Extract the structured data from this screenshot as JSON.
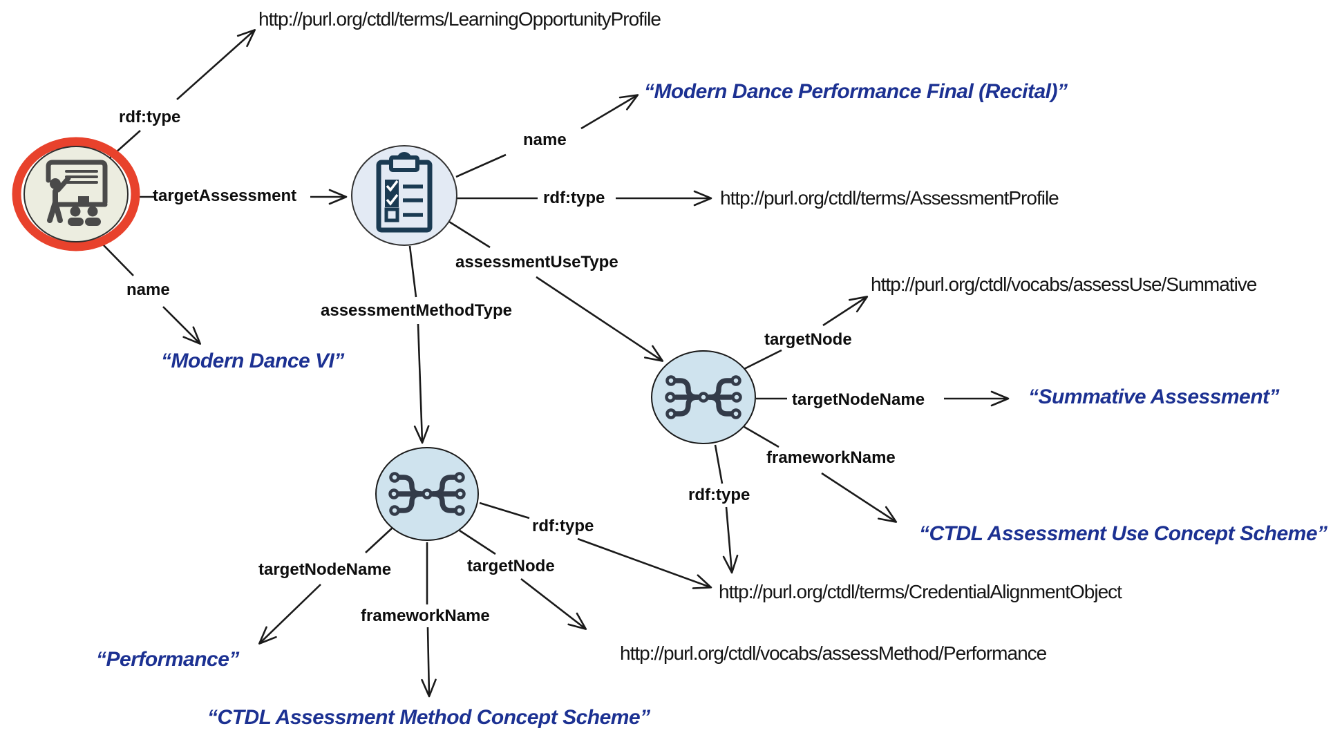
{
  "colors": {
    "background": "#ffffff",
    "line": "#1a1a1a",
    "literal_blue": "#1c3192",
    "highlight_red": "#e8422c",
    "left_node_fill": "#ecede0",
    "assessment_node_fill": "#e3eaf4",
    "network_node_fill": "#cfe3ee",
    "clipboard_icon_navy": "#1a3a52",
    "network_icon_slate": "#333b49",
    "classroom_icon_gray": "#4a4a4a"
  },
  "nodes": [
    {
      "id": "learning-opportunity",
      "icon": "classroom-presentation-icon",
      "highlight": "red-ring"
    },
    {
      "id": "assessment-profile",
      "icon": "clipboard-checklist-icon"
    },
    {
      "id": "assessment-use-alignment",
      "icon": "network-alignment-icon"
    },
    {
      "id": "assessment-method-alignment",
      "icon": "network-alignment-icon"
    }
  ],
  "edge_labels": {
    "lop_rdf_type": "rdf:type",
    "lop_target_assessment": "targetAssessment",
    "lop_name": "name",
    "ap_name": "name",
    "ap_rdf_type": "rdf:type",
    "ap_assessment_use_type": "assessmentUseType",
    "ap_assessment_method_type": "assessmentMethodType",
    "use_target_node": "targetNode",
    "use_target_node_name": "targetNodeName",
    "use_framework_name": "frameworkName",
    "use_rdf_type": "rdf:type",
    "method_target_node_name": "targetNodeName",
    "method_framework_name": "frameworkName",
    "method_target_node": "targetNode",
    "method_rdf_type": "rdf:type"
  },
  "uris": {
    "learning_opportunity_profile": "http://purl.org/ctdl/terms/LearningOpportunityProfile",
    "assessment_profile": "http://purl.org/ctdl/terms/AssessmentProfile",
    "assess_use_summative": "http://purl.org/ctdl/vocabs/assessUse/Summative",
    "credential_alignment_object": "http://purl.org/ctdl/terms/CredentialAlignmentObject",
    "assess_method_performance": "http://purl.org/ctdl/vocabs/assessMethod/Performance"
  },
  "literals": {
    "ap_name": "“Modern Dance Performance Final (Recital)”",
    "lop_name": "“Modern Dance VI”",
    "use_target_node_name": "“Summative Assessment”",
    "use_framework_name": "“CTDL Assessment Use Concept Scheme”",
    "method_target_node_name": "“Performance”",
    "method_framework_name": "“CTDL Assessment Method Concept Scheme”"
  }
}
